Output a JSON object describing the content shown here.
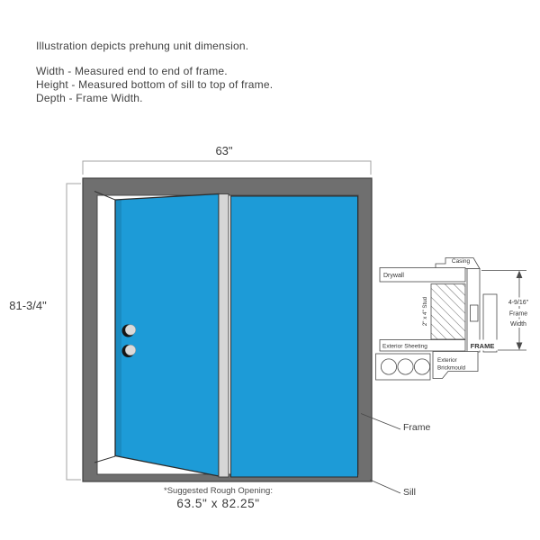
{
  "intro": {
    "title": "Illustration depicts prehung unit dimension.",
    "width_def": "Width - Measured end to end of frame.",
    "height_def": "Height - Measured bottom of sill to top of frame.",
    "depth_def": "Depth - Frame Width."
  },
  "door": {
    "width": "63\"",
    "height": "81-3/4\"",
    "rough_opening_label": "*Suggested Rough Opening:",
    "rough_opening_value": "63.5\" x 82.25\"",
    "frame_label": "Frame",
    "sill_label": "Sill"
  },
  "cross_section": {
    "casing": "Casing",
    "drywall": "Drywall",
    "stud": "2\" x 4\" Stud",
    "exterior_sheeting": "Exterior Sheeting",
    "frame": "FRAME",
    "brickmould_line1": "Exterior",
    "brickmould_line2": "Brickmould",
    "frame_width_value": "4-9/16\"",
    "frame_width_label_line1": "Frame",
    "frame_width_label_line2": "Width"
  },
  "colors": {
    "door_blue": "#1D9BD7",
    "frame_gray": "#6F6F6F",
    "mullion_gray": "#D6D6D6"
  }
}
